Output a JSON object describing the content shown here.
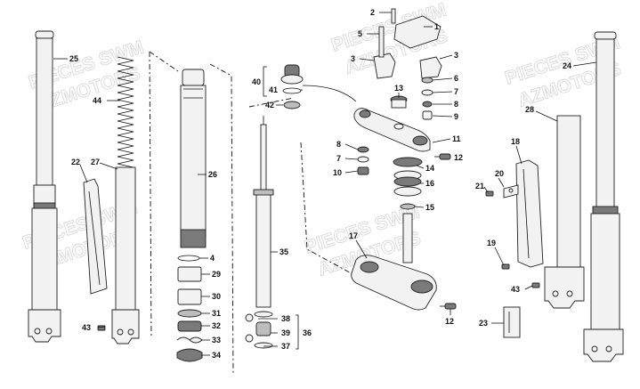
{
  "watermarks": [
    {
      "text": "PIECES SWM",
      "rot": -18
    },
    {
      "text": "AZMOTORS",
      "rot": -18
    },
    {
      "text": "PIECES SWM",
      "rot": -18
    },
    {
      "text": "AZMOTORS",
      "rot": -18
    },
    {
      "text": "PIECES SWM",
      "rot": -18
    },
    {
      "text": "AZMOTORS",
      "rot": -18
    },
    {
      "text": "PIECES SWM",
      "rot": -18
    },
    {
      "text": "AZMOTORS",
      "rot": -18
    },
    {
      "text": "PIECES SWM",
      "rot": -18
    },
    {
      "text": "AZMOTORS",
      "rot": -18
    }
  ],
  "callouts": {
    "c1": "1",
    "c2": "2",
    "c3a": "3",
    "c3b": "3",
    "c4": "4",
    "c5": "5",
    "c6": "6",
    "c7a": "7",
    "c7b": "7",
    "c8a": "8",
    "c8b": "8",
    "c9": "9",
    "c10": "10",
    "c11": "11",
    "c12a": "12",
    "c12b": "12",
    "c13": "13",
    "c14": "14",
    "c15": "15",
    "c16": "16",
    "c17": "17",
    "c18": "18",
    "c19": "19",
    "c20": "20",
    "c21": "21",
    "c22": "22",
    "c23": "23",
    "c24": "24",
    "c25": "25",
    "c26": "26",
    "c27": "27",
    "c28": "28",
    "c29": "29",
    "c30": "30",
    "c31": "31",
    "c32": "32",
    "c33": "33",
    "c34": "34",
    "c35": "35",
    "c36": "36",
    "c37": "37",
    "c38": "38",
    "c39": "39",
    "c40": "40",
    "c41": "41",
    "c42": "42",
    "c43a": "43",
    "c43b": "43",
    "c44": "44"
  }
}
